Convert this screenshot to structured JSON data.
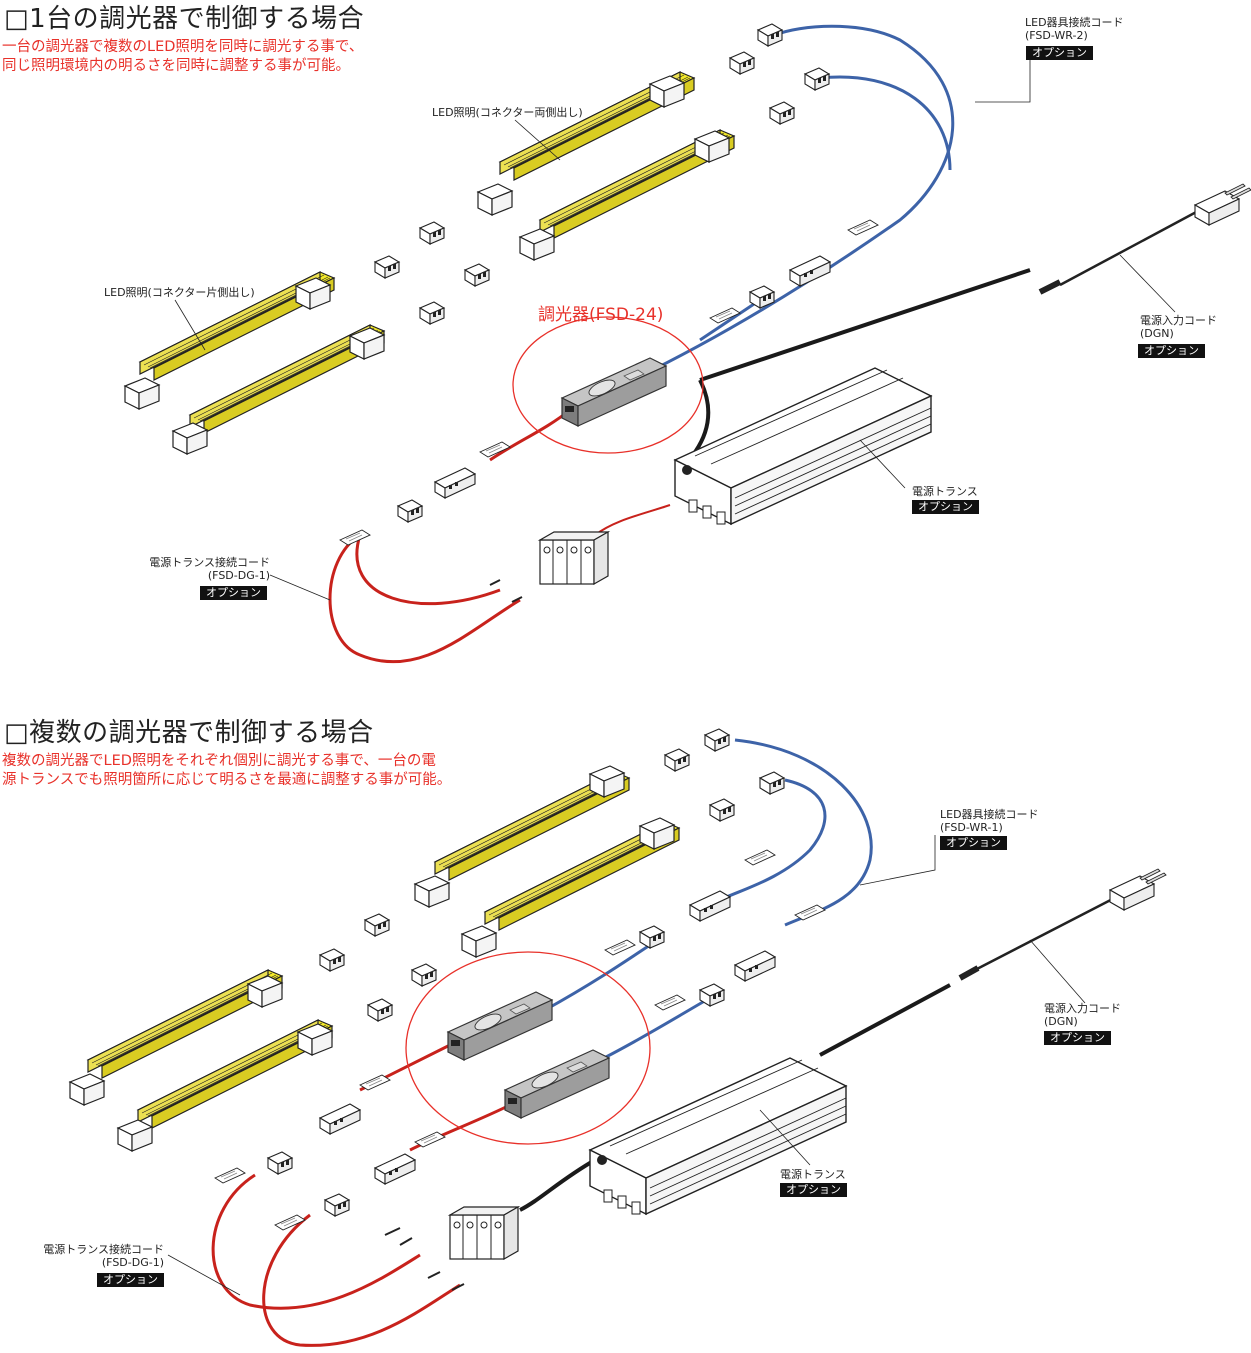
{
  "colors": {
    "accent_red": "#e8312a",
    "led_yellow": "#f3e92a",
    "wire_blue": "#3d63a8",
    "wire_red": "#c8221c",
    "cable_black": "#1a1a1a",
    "dimmer_gray": "#9d9d9d",
    "badge_bg": "#111111"
  },
  "section1": {
    "heading": "□1台の調光器で制御する場合",
    "desc": "一台の調光器で複数のLED照明を同時に調光する事で、\n同じ照明環境内の明るさを同時に調整する事が可能。",
    "label_led_both": "LED照明(コネクター両側出し)",
    "label_led_single": "LED照明(コネクター片側出し)",
    "label_wr": "LED器具接続コード\n(FSD-WR-2)",
    "label_wr_badge": "オプション",
    "label_dimmer": "調光器(FSD-24)",
    "label_power_cord": "電源入力コード\n(DGN)",
    "label_power_cord_badge": "オプション",
    "label_trans": "電源トランス",
    "label_trans_badge": "オプション",
    "label_dg": "電源トランス接続コード\n(FSD-DG-1)",
    "label_dg_badge": "オプション"
  },
  "section2": {
    "heading": "□複数の調光器で制御する場合",
    "desc": "複数の調光器でLED照明をそれぞれ個別に調光する事で、一台の電\n源トランスでも照明箇所に応じて明るさを最適に調整する事が可能。",
    "label_wr": "LED器具接続コード\n(FSD-WR-1)",
    "label_wr_badge": "オプション",
    "label_power_cord": "電源入力コード\n(DGN)",
    "label_power_cord_badge": "オプション",
    "label_trans": "電源トランス",
    "label_trans_badge": "オプション",
    "label_dg": "電源トランス接続コード\n(FSD-DG-1)",
    "label_dg_badge": "オプション"
  }
}
